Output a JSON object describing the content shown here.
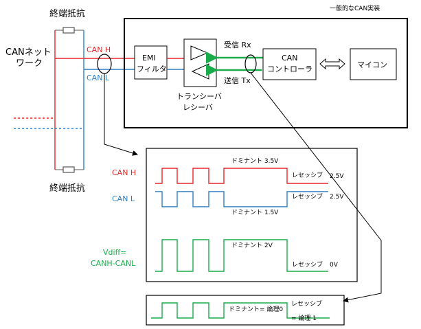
{
  "labels": {
    "terminator_top": "終端抵抗",
    "terminator_bottom": "終端抵抗",
    "can_network_line1": "CANネット",
    "can_network_line2": "ワーク",
    "can_h": "CAN H",
    "can_l": "CAN L",
    "typical_can_impl": "一般的なCAN実装",
    "emi_line1": "EMI",
    "emi_line2": "フィルタ",
    "transceiver_line1": "トランシーバ",
    "transceiver_line2": "レシーバ",
    "rx": "受信 Rx",
    "tx": "送信 Tx",
    "controller_line1": "CAN",
    "controller_line2": "コントローラ",
    "mcu": "マイコン"
  },
  "waveform": {
    "canh_label": "CAN H",
    "canl_label": "CAN L",
    "vdiff_line1": "Vdiff=",
    "vdiff_line2": "CANH-CANL",
    "dom_h": "ドミナント 3.5V",
    "dom_l": "ドミナント 1.5V",
    "dom_diff": "ドミナント 2V",
    "rec_h": "レセッシブ",
    "rec_l": "レセッシブ",
    "rec_diff": "レセッシブ",
    "v_rec_h": "2.5V",
    "v_rec_l": "2.5V",
    "v_rec_diff": "0V"
  },
  "logic": {
    "dominant": "ドミナント= 論理0",
    "recessive_line1": "レセッシブ",
    "recessive_line2": "= 論理 1"
  },
  "colors": {
    "can_h": "#e8262a",
    "can_l": "#2e7fc2",
    "vdiff": "#1aab4a",
    "resistor": "#555555"
  }
}
